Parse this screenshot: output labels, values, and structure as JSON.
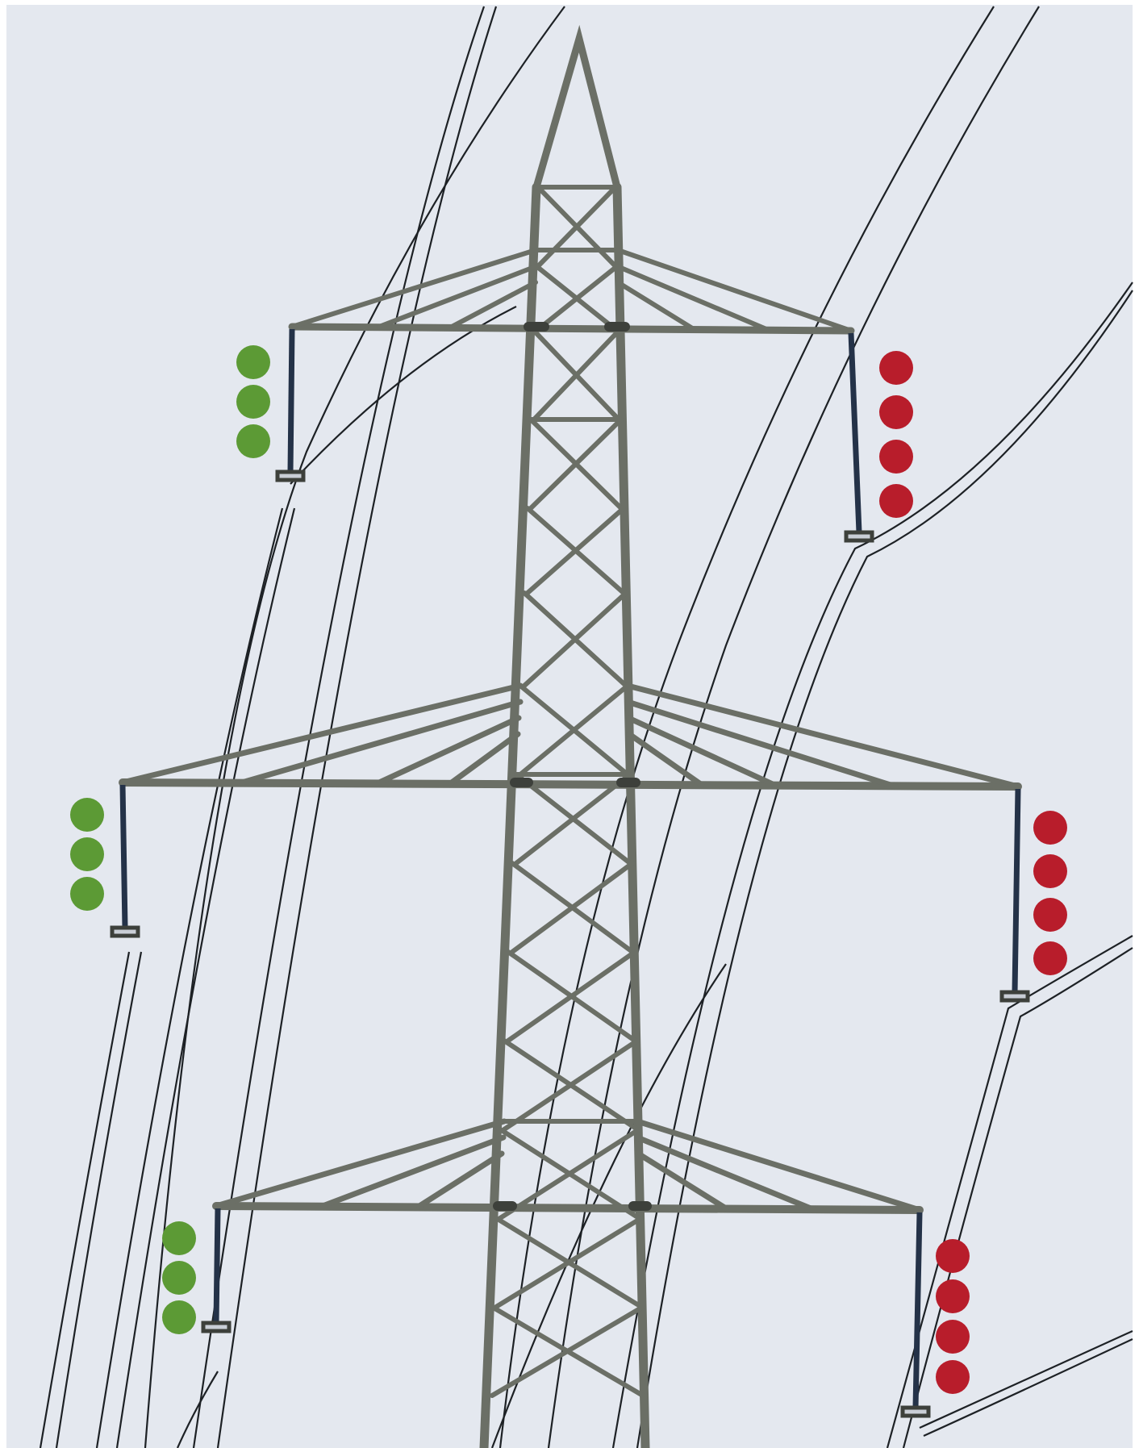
{
  "colors": {
    "sky": "#e4e8ef",
    "sky_edge": "#ffffff",
    "steel": "#6b6f66",
    "steel_dark": "#3d403b",
    "wire": "#1d2125",
    "insulator": "#243248",
    "marker_green": "#5c9a35",
    "marker_red": "#b81d2b"
  },
  "markers": {
    "left_top": {
      "color": "green",
      "count": 3
    },
    "left_middle": {
      "color": "green",
      "count": 3
    },
    "left_bottom": {
      "color": "green",
      "count": 3
    },
    "right_top": {
      "color": "red",
      "count": 4
    },
    "right_middle": {
      "color": "red",
      "count": 4
    },
    "right_bottom": {
      "color": "red",
      "count": 4
    }
  }
}
